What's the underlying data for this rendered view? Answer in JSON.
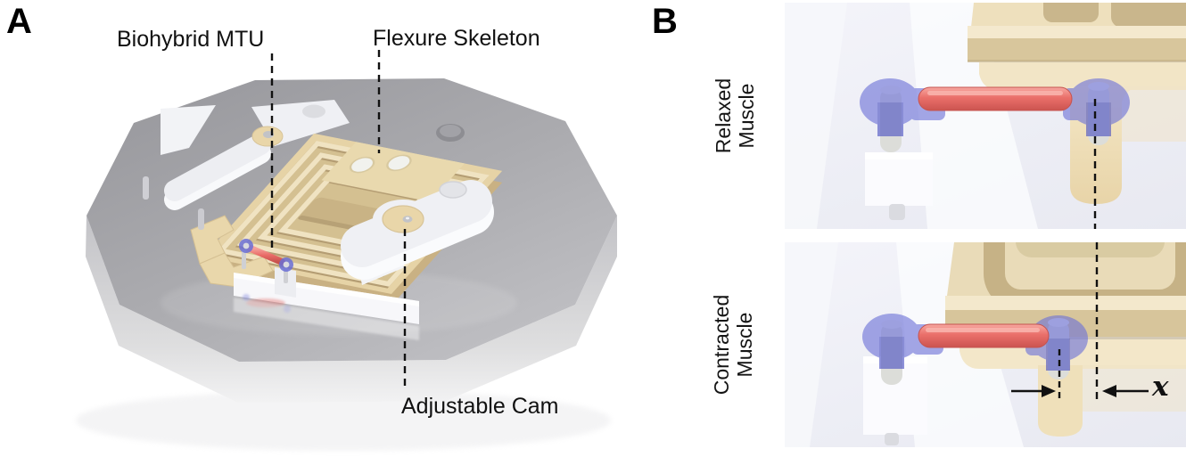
{
  "figure": {
    "panel_a": {
      "tag": "A",
      "labels": {
        "biohybrid": "Biohybrid MTU",
        "flexure": "Flexure Skeleton",
        "cam": "Adjustable Cam"
      }
    },
    "panel_b": {
      "tag": "B",
      "rows": [
        {
          "line1": "Relaxed",
          "line2": "Muscle"
        },
        {
          "line1": "Contracted",
          "line2": "Muscle"
        }
      ],
      "displacement_symbol": "x"
    }
  },
  "colors": {
    "plate_gray": "#a8a8ad",
    "flexure_tan": "#ecddb4",
    "flexure_tan_dark": "#d6c49a",
    "muscle_red": "#ea6f6a",
    "tendon_blue": "#7b7fd9",
    "arm_white": "#f2f2f5",
    "pin_gray": "#dcddd9",
    "annotation_black": "#111111",
    "panel_b_background": "#eeeff6"
  }
}
